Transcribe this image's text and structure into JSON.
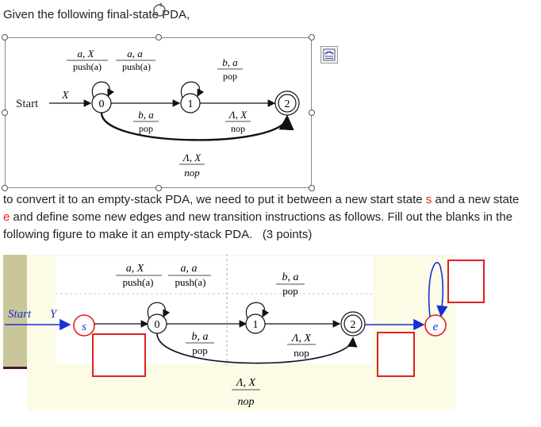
{
  "intro_text": "Given the following final-state PDA,",
  "paragraph": {
    "part1": "to convert it to an empty-stack PDA, we need to put it between a new start state ",
    "state_s": "s",
    "part2": " and a new state ",
    "state_e": "e",
    "part3": " and define some new edges and new transition instructions as follows. Fill out the blanks in the following figure to make it an empty-stack PDA.",
    "points": "(3 points)"
  },
  "pda1": {
    "start_label": "Start",
    "start_input": "X",
    "states": [
      "0",
      "1",
      "2"
    ],
    "loop0_label1_top": "a, X",
    "loop0_label1_bottom": "push(a)",
    "loop0_label2_top": "a, a",
    "loop0_label2_bottom": "push(a)",
    "loop1_top": "b, a",
    "loop1_bottom": "pop",
    "edge01_top": "b, a",
    "edge01_bottom": "pop",
    "edge12_top": "Λ, X",
    "edge12_bottom": "nop",
    "edge02_top": "Λ, X",
    "edge02_bottom": "nop"
  },
  "pda2": {
    "start_label": "Start",
    "start_input": "Y",
    "state_s": "s",
    "state_e": "e",
    "states": [
      "0",
      "1",
      "2"
    ],
    "loop0_label1_top": "a, X",
    "loop0_label1_bottom": "push(a)",
    "loop0_label2_top": "a, a",
    "loop0_label2_bottom": "push(a)",
    "loop1_top": "b, a",
    "loop1_bottom": "pop",
    "edge01_top": "b, a",
    "edge01_bottom": "pop",
    "edge12_top": "Λ, X",
    "edge12_bottom": "nop",
    "edge02_top": "Λ, X",
    "edge02_bottom": "nop"
  },
  "colors": {
    "text": "#222222",
    "red": "#e0281c",
    "blue": "#1a2fd6",
    "highlight": "#fbfbe6",
    "side_bar": "#c9c79a",
    "blank_box": "#e02020"
  }
}
